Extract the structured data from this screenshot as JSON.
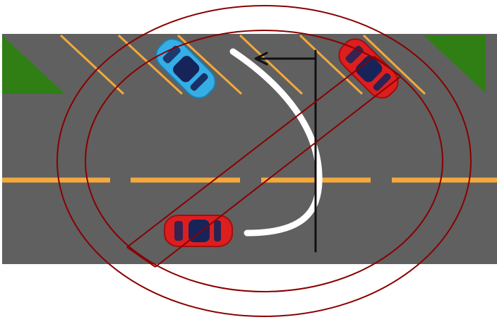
{
  "diagram": {
    "colors": {
      "asphalt": "#606060",
      "grass": "#2f7f14",
      "parking_stripe": "#f4a93a",
      "center_line": "#f5a93d",
      "path": "#ffffff",
      "arrow": "#111111",
      "prohibition_ring": "#8a0000",
      "car_blue": "#35aee6",
      "car_red": "#dd1e1e",
      "car_window": "#17245a"
    },
    "cars": [
      {
        "id": "car-blue-parked",
        "color": "blue"
      },
      {
        "id": "car-red-parked",
        "color": "red"
      },
      {
        "id": "car-red-driving",
        "color": "red"
      }
    ],
    "icons": [
      "no-sign-icon",
      "turn-arrow-icon"
    ]
  }
}
